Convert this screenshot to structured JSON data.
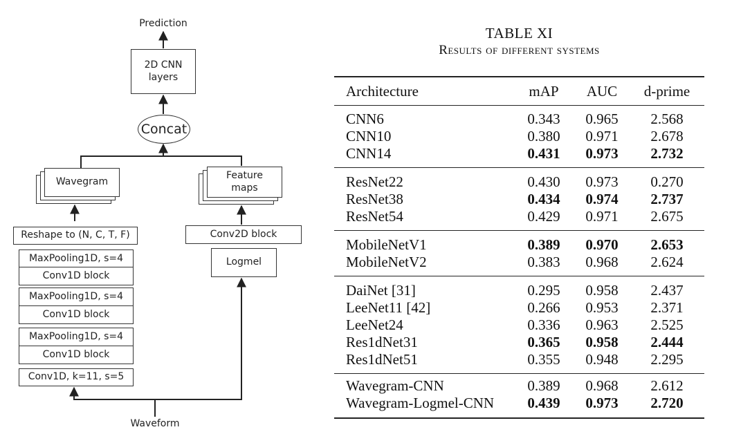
{
  "diagram": {
    "prediction": "Prediction",
    "cnn2d": "2D CNN layers",
    "concat": "Concat",
    "wavegram": "Wavegram",
    "feature_maps": "Feature maps",
    "reshape": "Reshape to (N, C, T, F)",
    "conv2d_block": "Conv2D block",
    "logmel": "Logmel",
    "maxpool1": "MaxPooling1D, s=4",
    "conv1d_block1": "Conv1D block",
    "maxpool2": "MaxPooling1D, s=4",
    "conv1d_block2": "Conv1D block",
    "maxpool3": "MaxPooling1D, s=4",
    "conv1d_block3": "Conv1D block",
    "conv1d_first": "Conv1D, k=11, s=5",
    "waveform": "Waveform"
  },
  "table": {
    "title": "TABLE XI",
    "subtitle": "Results of different systems",
    "headers": [
      "Architecture",
      "mAP",
      "AUC",
      "d-prime"
    ],
    "groups": [
      [
        {
          "arch": "CNN6",
          "map": "0.343",
          "auc": "0.965",
          "dprime": "2.568",
          "bold": false
        },
        {
          "arch": "CNN10",
          "map": "0.380",
          "auc": "0.971",
          "dprime": "2.678",
          "bold": false
        },
        {
          "arch": "CNN14",
          "map": "0.431",
          "auc": "0.973",
          "dprime": "2.732",
          "bold": true
        }
      ],
      [
        {
          "arch": "ResNet22",
          "map": "0.430",
          "auc": "0.973",
          "dprime": "0.270",
          "bold": false
        },
        {
          "arch": "ResNet38",
          "map": "0.434",
          "auc": "0.974",
          "dprime": "2.737",
          "bold": true
        },
        {
          "arch": "ResNet54",
          "map": "0.429",
          "auc": "0.971",
          "dprime": "2.675",
          "bold": false
        }
      ],
      [
        {
          "arch": "MobileNetV1",
          "map": "0.389",
          "auc": "0.970",
          "dprime": "2.653",
          "bold": true
        },
        {
          "arch": "MobileNetV2",
          "map": "0.383",
          "auc": "0.968",
          "dprime": "2.624",
          "bold": false
        }
      ],
      [
        {
          "arch": "DaiNet  [31]",
          "map": "0.295",
          "auc": "0.958",
          "dprime": "2.437",
          "bold": false
        },
        {
          "arch": "LeeNet11  [42]",
          "map": "0.266",
          "auc": "0.953",
          "dprime": "2.371",
          "bold": false
        },
        {
          "arch": "LeeNet24",
          "map": "0.336",
          "auc": "0.963",
          "dprime": "2.525",
          "bold": false
        },
        {
          "arch": "Res1dNet31",
          "map": "0.365",
          "auc": "0.958",
          "dprime": "2.444",
          "bold": true
        },
        {
          "arch": "Res1dNet51",
          "map": "0.355",
          "auc": "0.948",
          "dprime": "2.295",
          "bold": false
        }
      ],
      [
        {
          "arch": "Wavegram-CNN",
          "map": "0.389",
          "auc": "0.968",
          "dprime": "2.612",
          "bold": false
        },
        {
          "arch": "Wavegram-Logmel-CNN",
          "map": "0.439",
          "auc": "0.973",
          "dprime": "2.720",
          "bold": true
        }
      ]
    ]
  }
}
